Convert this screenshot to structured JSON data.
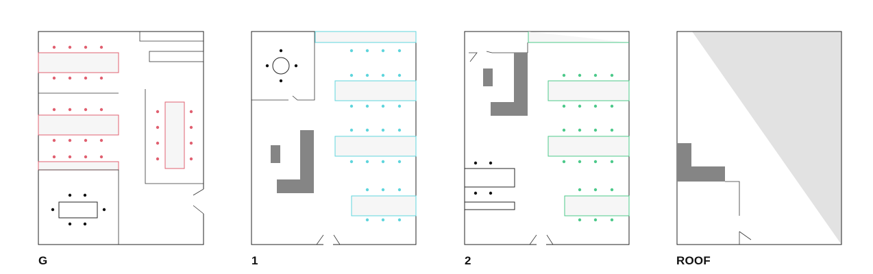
{
  "floors": [
    {
      "label": "G",
      "accent": "#e06070"
    },
    {
      "label": "1",
      "accent": "#5fd5dc"
    },
    {
      "label": "2",
      "accent": "#4cc98a"
    },
    {
      "label": "ROOF",
      "accent": "#e2e2e2"
    }
  ],
  "colors": {
    "table_fill": "#f6f6f6",
    "core": "#858585",
    "outline": "#222222"
  }
}
